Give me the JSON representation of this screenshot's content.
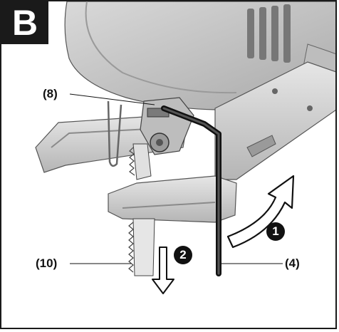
{
  "section": {
    "label": "B"
  },
  "callouts": {
    "part_8": "(8)",
    "part_4": "(4)",
    "part_10": "(10)"
  },
  "steps": {
    "step_1": "1",
    "step_2": "2"
  },
  "icons": {
    "rotate_arrow": "curved-arrow-icon",
    "down_arrow": "down-arrow-icon"
  },
  "colors": {
    "badge_background": "#1a1a1a",
    "tool_body": "#c8c8c8",
    "line_art": "#222222"
  }
}
